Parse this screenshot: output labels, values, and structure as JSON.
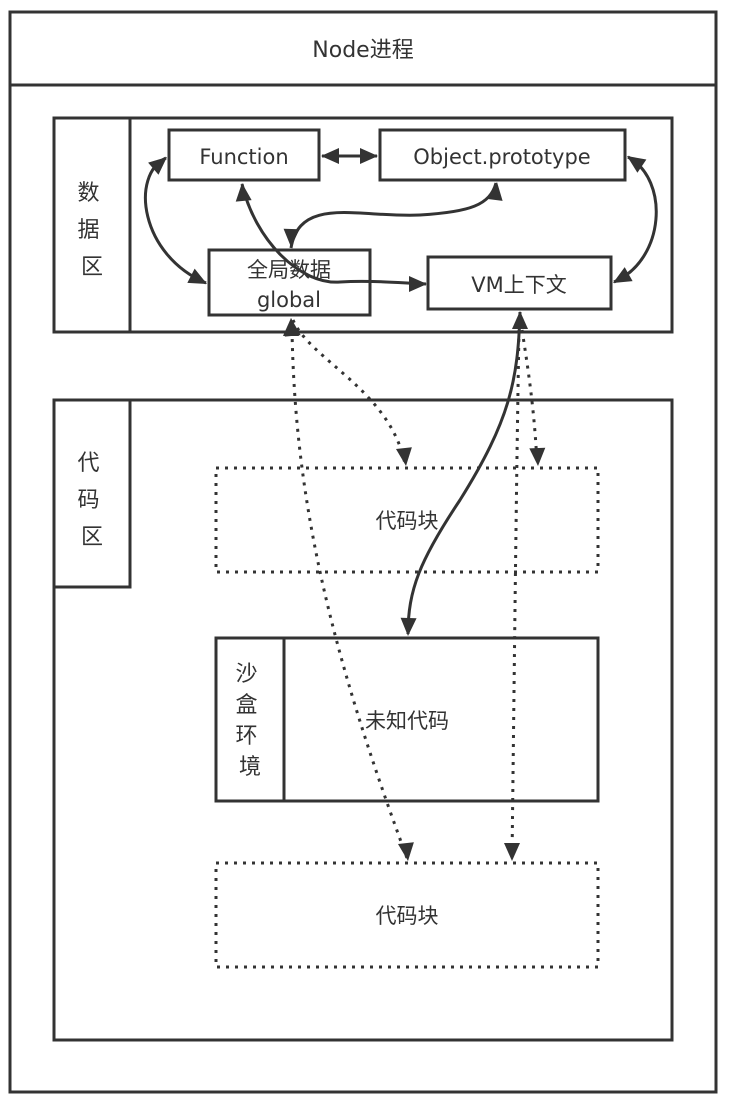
{
  "title": "Node进程",
  "data_area": {
    "label": "数据区",
    "nodes": {
      "function": "Function",
      "object_prototype": "Object.prototype",
      "global_line1": "全局数据",
      "global_line2": "global",
      "vm_context": "VM上下文"
    }
  },
  "code_area": {
    "label": "代码区",
    "code_block_1": "代码块",
    "sandbox": {
      "label": "沙盒环境",
      "content": "未知代码"
    },
    "code_block_2": "代码块"
  },
  "edges": [
    {
      "from": "Function",
      "to": "Object.prototype",
      "style": "solid",
      "direction": "both"
    },
    {
      "from": "Function",
      "to": "全局数据 global",
      "style": "solid",
      "direction": "both"
    },
    {
      "from": "Object.prototype",
      "to": "VM上下文",
      "style": "solid",
      "direction": "both"
    },
    {
      "from": "全局数据 global",
      "to": "Object.prototype",
      "style": "solid",
      "direction": "both"
    },
    {
      "from": "Function",
      "to": "VM上下文",
      "style": "solid",
      "direction": "both"
    },
    {
      "from": "VM上下文",
      "to": "未知代码",
      "style": "solid",
      "direction": "both"
    },
    {
      "from": "全局数据 global",
      "to": "代码块",
      "style": "dotted",
      "direction": "both"
    },
    {
      "from": "全局数据 global",
      "to": "代码块 (2)",
      "style": "dotted",
      "direction": "both"
    },
    {
      "from": "VM上下文",
      "to": "代码块",
      "style": "dotted",
      "direction": "both"
    },
    {
      "from": "VM上下文",
      "to": "代码块 (2)",
      "style": "dotted",
      "direction": "both"
    }
  ]
}
